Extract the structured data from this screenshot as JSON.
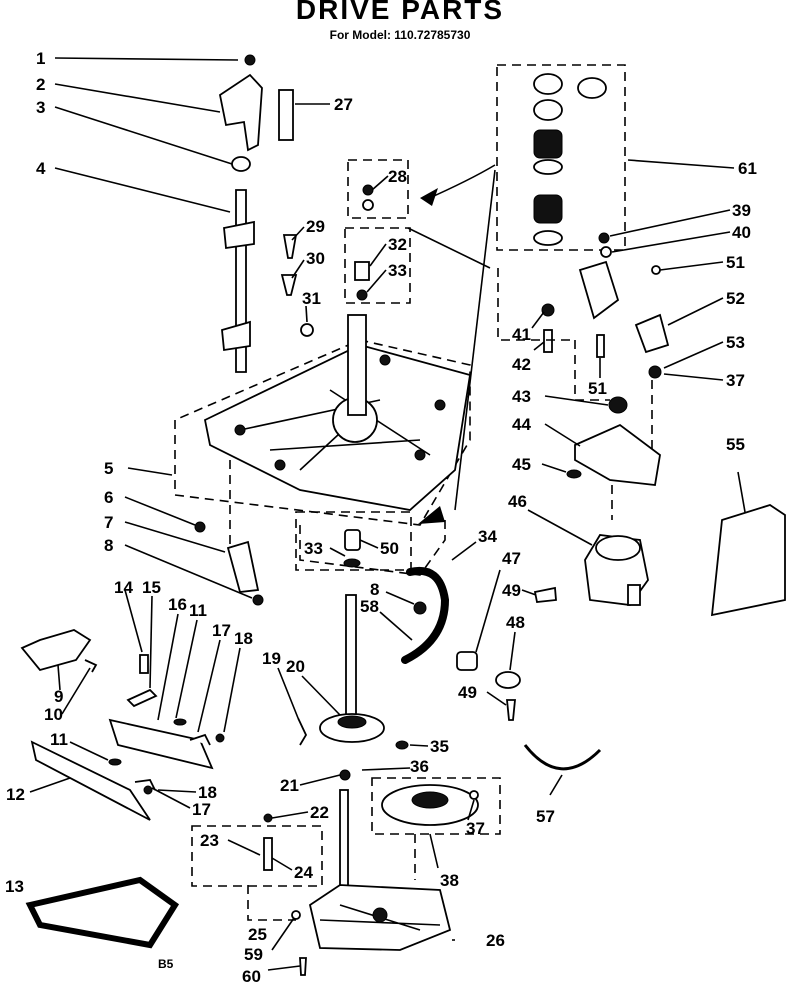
{
  "title": "DRIVE PARTS",
  "subtitle": "For Model: 110.72785730",
  "corner_label": "B5",
  "callouts": [
    {
      "id": "c1",
      "text": "1"
    },
    {
      "id": "c2",
      "text": "2"
    },
    {
      "id": "c3",
      "text": "3"
    },
    {
      "id": "c4",
      "text": "4"
    },
    {
      "id": "c5",
      "text": "5"
    },
    {
      "id": "c6",
      "text": "6"
    },
    {
      "id": "c7",
      "text": "7"
    },
    {
      "id": "c8a",
      "text": "8"
    },
    {
      "id": "c8b",
      "text": "8"
    },
    {
      "id": "c9",
      "text": "9"
    },
    {
      "id": "c10",
      "text": "10"
    },
    {
      "id": "c11a",
      "text": "11"
    },
    {
      "id": "c11b",
      "text": "11"
    },
    {
      "id": "c12",
      "text": "12"
    },
    {
      "id": "c13",
      "text": "13"
    },
    {
      "id": "c14",
      "text": "14"
    },
    {
      "id": "c15",
      "text": "15"
    },
    {
      "id": "c16",
      "text": "16"
    },
    {
      "id": "c17a",
      "text": "17"
    },
    {
      "id": "c17b",
      "text": "17"
    },
    {
      "id": "c18a",
      "text": "18"
    },
    {
      "id": "c18b",
      "text": "18"
    },
    {
      "id": "c19",
      "text": "19"
    },
    {
      "id": "c20",
      "text": "20"
    },
    {
      "id": "c21",
      "text": "21"
    },
    {
      "id": "c22",
      "text": "22"
    },
    {
      "id": "c23",
      "text": "23"
    },
    {
      "id": "c24",
      "text": "24"
    },
    {
      "id": "c25",
      "text": "25"
    },
    {
      "id": "c26",
      "text": "26"
    },
    {
      "id": "c27",
      "text": "27"
    },
    {
      "id": "c28",
      "text": "28"
    },
    {
      "id": "c29",
      "text": "29"
    },
    {
      "id": "c30",
      "text": "30"
    },
    {
      "id": "c31",
      "text": "31"
    },
    {
      "id": "c32",
      "text": "32"
    },
    {
      "id": "c33a",
      "text": "33"
    },
    {
      "id": "c33b",
      "text": "33"
    },
    {
      "id": "c34",
      "text": "34"
    },
    {
      "id": "c35",
      "text": "35"
    },
    {
      "id": "c36",
      "text": "36"
    },
    {
      "id": "c37a",
      "text": "37"
    },
    {
      "id": "c37b",
      "text": "37"
    },
    {
      "id": "c38",
      "text": "38"
    },
    {
      "id": "c39",
      "text": "39"
    },
    {
      "id": "c40",
      "text": "40"
    },
    {
      "id": "c41",
      "text": "41"
    },
    {
      "id": "c42",
      "text": "42"
    },
    {
      "id": "c43",
      "text": "43"
    },
    {
      "id": "c44",
      "text": "44"
    },
    {
      "id": "c45",
      "text": "45"
    },
    {
      "id": "c46",
      "text": "46"
    },
    {
      "id": "c47",
      "text": "47"
    },
    {
      "id": "c48",
      "text": "48"
    },
    {
      "id": "c49a",
      "text": "49"
    },
    {
      "id": "c49b",
      "text": "49"
    },
    {
      "id": "c50",
      "text": "50"
    },
    {
      "id": "c51a",
      "text": "51"
    },
    {
      "id": "c51b",
      "text": "51"
    },
    {
      "id": "c52",
      "text": "52"
    },
    {
      "id": "c53",
      "text": "53"
    },
    {
      "id": "c55",
      "text": "55"
    },
    {
      "id": "c57",
      "text": "57"
    },
    {
      "id": "c58",
      "text": "58"
    },
    {
      "id": "c59",
      "text": "59"
    },
    {
      "id": "c60",
      "text": "60"
    },
    {
      "id": "c61",
      "text": "61"
    }
  ]
}
